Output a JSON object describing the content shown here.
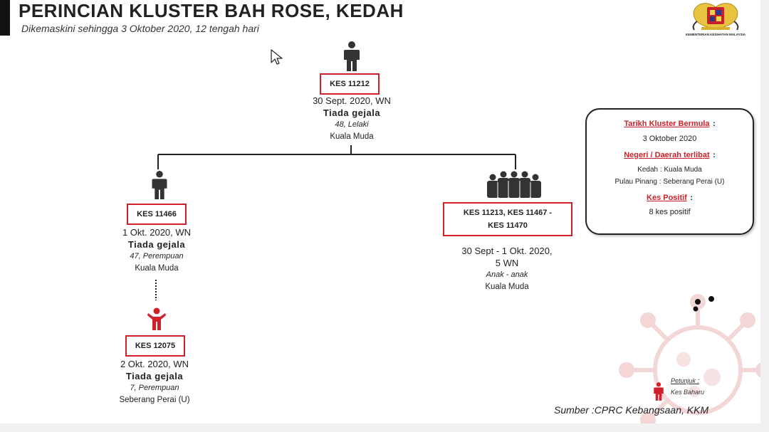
{
  "header": {
    "title": "PERINCIAN KLUSTER BAH ROSE, KEDAH",
    "subtitle": "Dikemaskini sehingga 3 Oktober 2020, 12 tengah hari"
  },
  "logo": {
    "text": "KEMENTERIAN KESIHATAN MALAYSIA"
  },
  "cases": {
    "root": {
      "id": "KES 11212",
      "date": "30 Sept. 2020, WN",
      "symptom": "Tiada gejala",
      "demo": "48, Lelaki",
      "location": "Kuala Muda"
    },
    "left": {
      "id": "KES 11466",
      "date": "1 Okt. 2020, WN",
      "symptom": "Tiada gejala",
      "demo": "47, Perempuan",
      "location": "Kuala Muda"
    },
    "right": {
      "id_line1": "KES 11213, KES 11467 -",
      "id_line2": "KES 11470",
      "date_line1": "30 Sept - 1 Okt. 2020,",
      "date_line2": "5 WN",
      "demo": "Anak - anak",
      "location": "Kuala Muda"
    },
    "child": {
      "id": "KES 12075",
      "date": "2 Okt. 2020, WN",
      "symptom": "Tiada gejala",
      "demo": "7, Perempuan",
      "location": "Seberang Perai (U)"
    }
  },
  "summary": {
    "start_label": "Tarikh Kluster Bermula",
    "start_value": "3 Oktober 2020",
    "state_label": "Negeri / Daerah terlibat",
    "state_value1": "Kedah : Kuala Muda",
    "state_value2": "Pulau Pinang : Seberang Perai (U)",
    "positive_label": "Kes Positif",
    "positive_value": "8 kes positif",
    "colon": ":"
  },
  "legend": {
    "title": "Petunjuk :",
    "new_case": "Kes Baharu"
  },
  "source": "Sumber :CPRC Kebangsaan,  KKM",
  "colors": {
    "accent_red": "#d0202a",
    "person_dark": "#333333",
    "text": "#222222"
  },
  "icons": [
    "person-icon",
    "group-icon",
    "child-person-icon",
    "cursor-icon",
    "virus-watermark"
  ]
}
